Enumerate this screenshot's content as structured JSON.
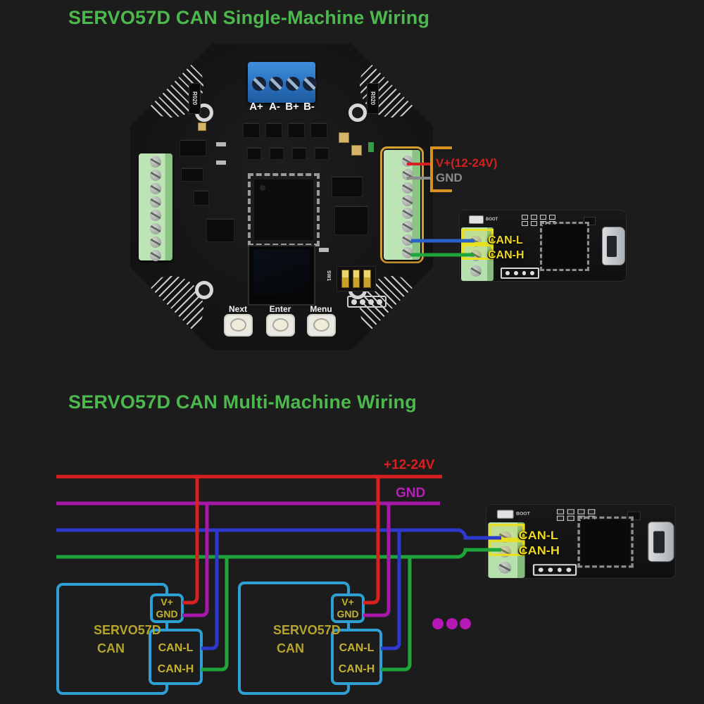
{
  "single": {
    "title": "SERVO57D CAN Single-Machine Wiring",
    "phase_labels": [
      "A+",
      "A-",
      "B+",
      "B-"
    ],
    "resistor_label": "R020",
    "dip_label": "SW1",
    "button_labels": [
      "Next",
      "Enter",
      "Menu"
    ],
    "power_label": "V+(12-24V)",
    "ground_label": "GND",
    "adapter": {
      "can_l": "CAN-L",
      "can_h": "CAN-H",
      "boot": "BOOT"
    }
  },
  "multi": {
    "title": "SERVO57D CAN Multi-Machine Wiring",
    "power_bus_label": "+12-24V",
    "ground_bus_label": "GND",
    "node": {
      "line1": "SERVO57D",
      "line2": "CAN",
      "v_plus": "V+",
      "gnd": "GND",
      "can_l": "CAN-L",
      "can_h": "CAN-H"
    },
    "adapter": {
      "can_l": "CAN-L",
      "can_h": "CAN-H",
      "boot": "BOOT"
    }
  },
  "colors": {
    "title_green": "#4db84d",
    "power_red": "#d92020",
    "ground_gray": "#8a8a8a",
    "ground_magenta": "#a818a8",
    "can_l_blue": "#2d38cc",
    "can_h_green": "#1ea53a",
    "node_box_blue": "#2e9fd4",
    "highlight_yellow": "#e8e020",
    "bracket_orange": "#d8921f"
  }
}
